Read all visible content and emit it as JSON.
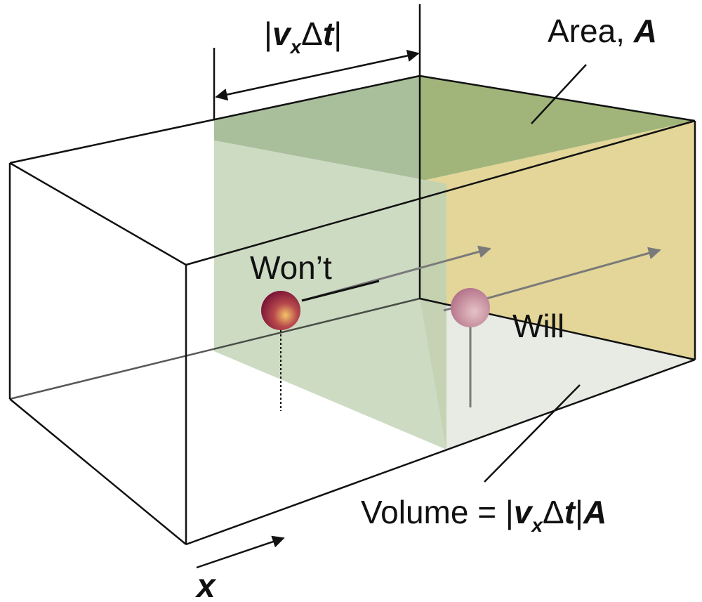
{
  "labels": {
    "area_main": "Area, ",
    "area_var": "A",
    "displacement_open": "|",
    "displacement_v": "v",
    "displacement_sub": "x",
    "displacement_delta": "Δ",
    "displacement_t": "t",
    "displacement_close": "|",
    "wont": "Won’t",
    "will": "Will",
    "volume_prefix": "Volume = |",
    "volume_v": "v",
    "volume_sub": "x",
    "volume_delta": "Δ",
    "volume_t": "t",
    "volume_close": "|",
    "volume_A": "A",
    "x_axis": "x"
  },
  "colors": {
    "slab_front": "#c6d6bb",
    "slab_top": "#a9bf9c",
    "area_top": "#a1b57a",
    "area_face": "#e1d28f",
    "floor": "#e7ebe3",
    "particle": "#8c1a3c",
    "particle_highlight": "#f4c46a",
    "particle_faded": "#b98094"
  }
}
